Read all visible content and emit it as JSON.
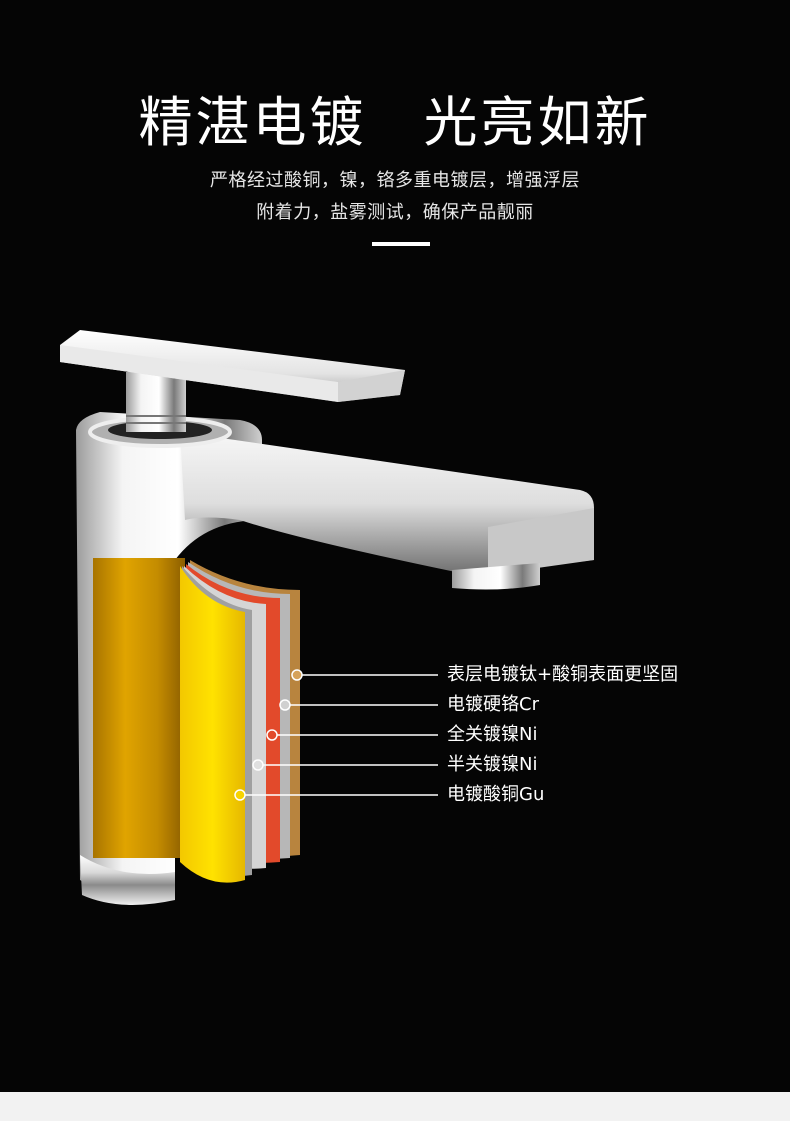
{
  "header": {
    "title": "精湛电镀　光亮如新",
    "subtitle_line1": "严格经过酸铜，镍，铬多重电镀层，增强浮层",
    "subtitle_line2": "附着力，盐雾测试，确保产品靓丽"
  },
  "layers": [
    {
      "label": "表层电镀钛+酸铜表面更坚固",
      "color": "#b8843e"
    },
    {
      "label": "电镀硬铬Cr",
      "color": "#b7b7b7"
    },
    {
      "label": "全关镀镍Ni",
      "color": "#e24a2b"
    },
    {
      "label": "半关镀镍Ni",
      "color": "#c9c9c9"
    },
    {
      "label": "电镀酸铜Gu",
      "color": "#f2c200"
    }
  ],
  "colors": {
    "background": "#050505",
    "text": "#ffffff",
    "outer_gold": "#c88e00",
    "inner_gold": "#f6d400"
  }
}
